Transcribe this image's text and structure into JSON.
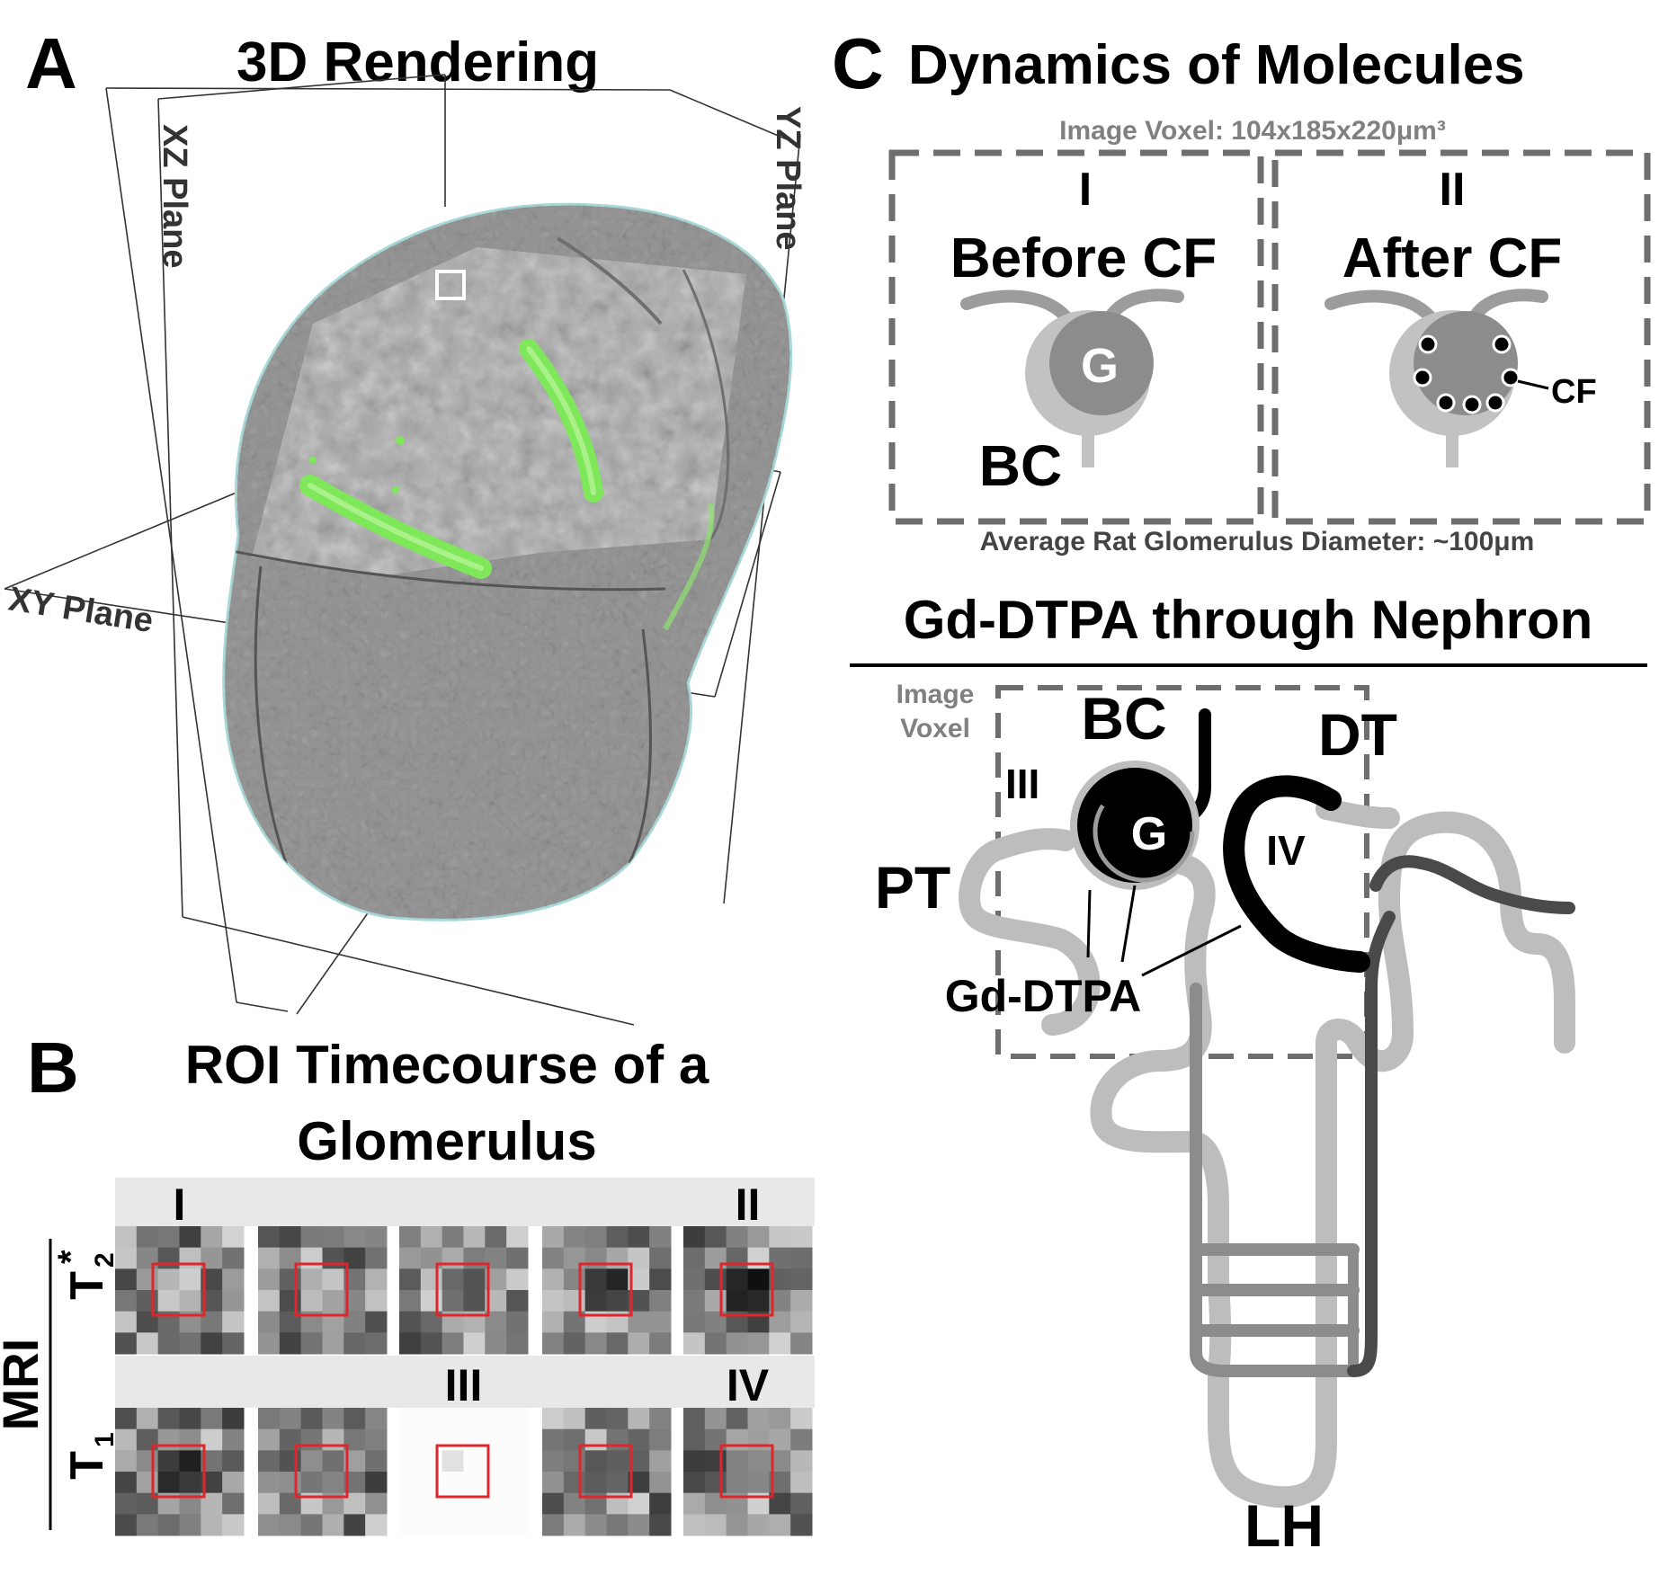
{
  "panel_a": {
    "letter": "A",
    "title": "3D Rendering",
    "xz_plane": "XZ Plane",
    "yz_plane": "YZ Plane",
    "xy_plane": "XY Plane"
  },
  "panel_b": {
    "letter": "B",
    "title_line1": "ROI Timecourse of a",
    "title_line2": "Glomerulus",
    "side_label": "MRI",
    "row1_label": "T",
    "row1_sub": "2",
    "row1_sup": "*",
    "row2_label": "T",
    "row2_sub": "1",
    "col_labels_row1": [
      "I",
      "",
      "",
      "",
      "II"
    ],
    "col_labels_row2": [
      "",
      "",
      "III",
      "",
      "IV"
    ]
  },
  "panel_c": {
    "letter": "C",
    "title": "Dynamics of Molecules",
    "voxel_caption": "Image Voxel: 104x185x220μm³",
    "box1_numeral": "I",
    "box1_title": "Before CF",
    "box1_g": "G",
    "box1_bc": "BC",
    "box2_numeral": "II",
    "box2_title": "After CF",
    "box2_cf": "CF",
    "diameter_caption": "Average Rat Glomerulus Diameter: ~100μm"
  },
  "nephron": {
    "title": "Gd-DTPA through Nephron",
    "voxel_line1": "Image",
    "voxel_line2": "Voxel",
    "bc": "BC",
    "dt": "DT",
    "iii": "III",
    "g": "G",
    "iv": "IV",
    "pt": "PT",
    "gd": "Gd-DTPA",
    "lh": "LH"
  },
  "colors": {
    "ink": "#000000",
    "box_gray": "#6e6e6e",
    "caption_gray": "#808080",
    "kidney_gray": "#8f8f8f",
    "tubule_light": "#bdbdbd",
    "tubule_mid": "#8c8c8c",
    "tubule_dark": "#4a4a4a",
    "vessel_green": "#7ee85a",
    "roi_red": "#e0262a",
    "band_gray": "#e8e8e8"
  }
}
